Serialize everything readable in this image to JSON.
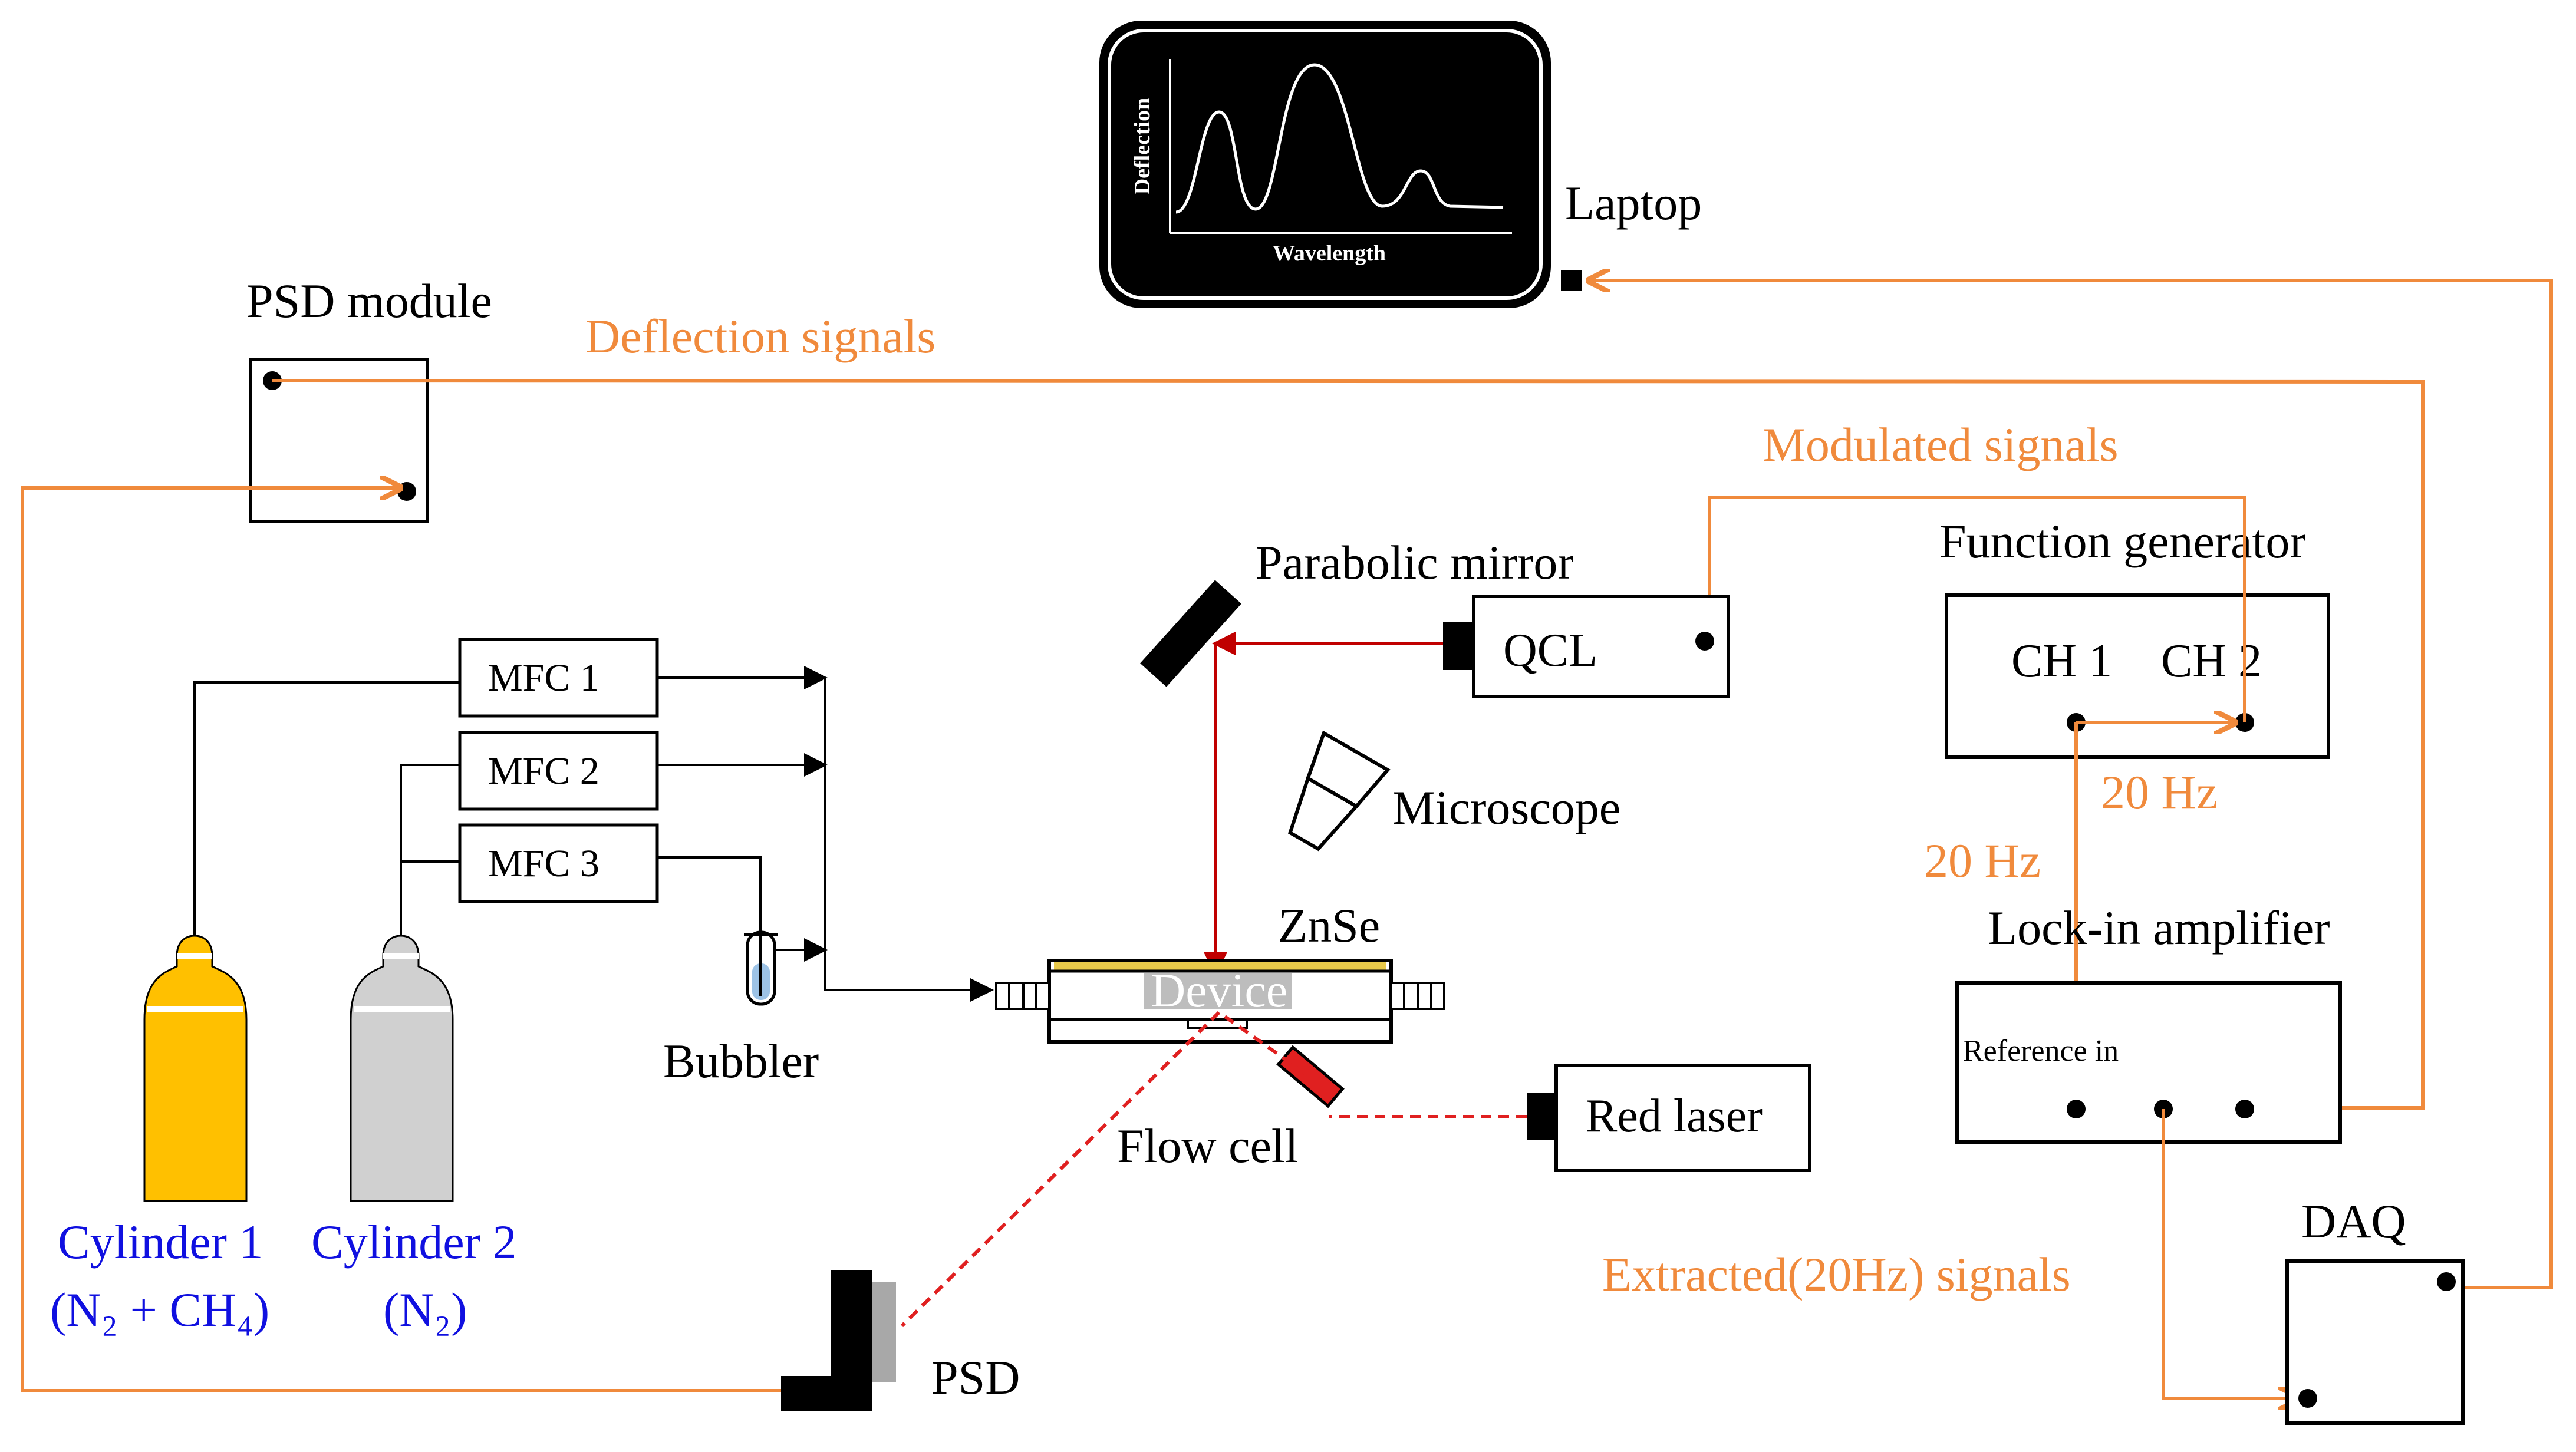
{
  "colors": {
    "signal_line": "#F08A3C",
    "laser_red": "#C00000",
    "laser_dash": "#E02020",
    "cylinder1": "#FFC000",
    "cylinder2": "#D0D0D0",
    "cylinder_label": "#1010E0",
    "device_fill": "#BDBDBD",
    "znse_stripe": "#E8C94A"
  },
  "labels": {
    "laptop": "Laptop",
    "psd_module": "PSD module",
    "deflection_signals": "Deflection signals",
    "modulated_signals": "Modulated signals",
    "function_generator": "Function generator",
    "ch1": "CH 1",
    "ch2": "CH 2",
    "fg_freq": "20 Hz",
    "lockin_freq": "20 Hz",
    "lockin_amplifier": "Lock-in amplifier",
    "reference_in": "Reference in",
    "parabolic_mirror": "Parabolic mirror",
    "qcl": "QCL",
    "microscope": "Microscope",
    "znse": "ZnSe",
    "device": "Device",
    "flow_cell": "Flow cell",
    "red_laser": "Red laser",
    "mfc1": "MFC 1",
    "mfc2": "MFC 2",
    "mfc3": "MFC 3",
    "bubbler": "Bubbler",
    "cylinder1": "Cylinder 1",
    "cylinder1_gas": "(N₂ + CH₄)",
    "cylinder2": "Cylinder 2",
    "cylinder2_gas": "(N₂)",
    "psd": "PSD",
    "daq": "DAQ",
    "extracted_signals": "Extracted(20Hz) signals",
    "screen_ylabel": "Deflection",
    "screen_xlabel": "Wavelength"
  }
}
